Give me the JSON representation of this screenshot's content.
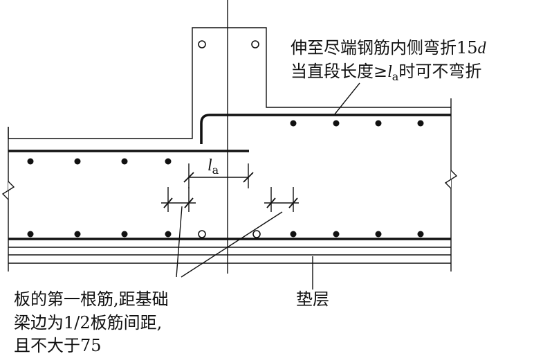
{
  "colors": {
    "ink": "#111111",
    "paper": "#ffffff"
  },
  "annotations": {
    "bend_line1": "伸至尽端钢筋内侧弯折15",
    "bend_line1_var": "d",
    "bend_line2_a": "当直段长度≥",
    "bend_line2_var": "l",
    "bend_line2_sub": "a",
    "bend_line2_b": "时可不弯折",
    "la_var": "l",
    "la_sub": "a",
    "first_bar_line1": "板的第一根筋,距基础",
    "first_bar_line2": "梁边为1/2板筋间距,",
    "first_bar_line3": "且不大于75",
    "cushion": "垫层"
  }
}
